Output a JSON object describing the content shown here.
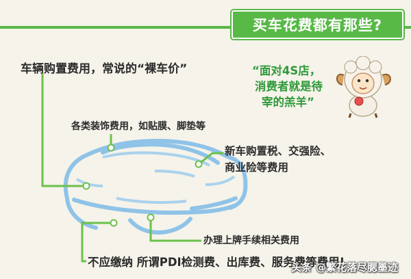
{
  "banner": {
    "title": "买车花费都有那些?"
  },
  "labels": {
    "purchase": "车辆购置费用，常说的“裸车价”",
    "decoration": "各类装饰费用，如贴膜、脚垫等",
    "tax_line1": "新车购置税、交强险、",
    "tax_line2": "商业险等费用",
    "plate": "办理上牌手续相关费用",
    "bottom": "不应缴纳 所谓PDI检测费、出库费、服务费等费用!"
  },
  "quote": {
    "line1": "“面对4S店，",
    "line2": "消费者就是待",
    "line3": "宰的羔羊”"
  },
  "watermark": {
    "source": "头条",
    "author": "@繁花落尽腮墨迹"
  },
  "colors": {
    "accent": "#58b947",
    "connector": "#6cc04a",
    "car_outline": "#8fc3e8"
  }
}
